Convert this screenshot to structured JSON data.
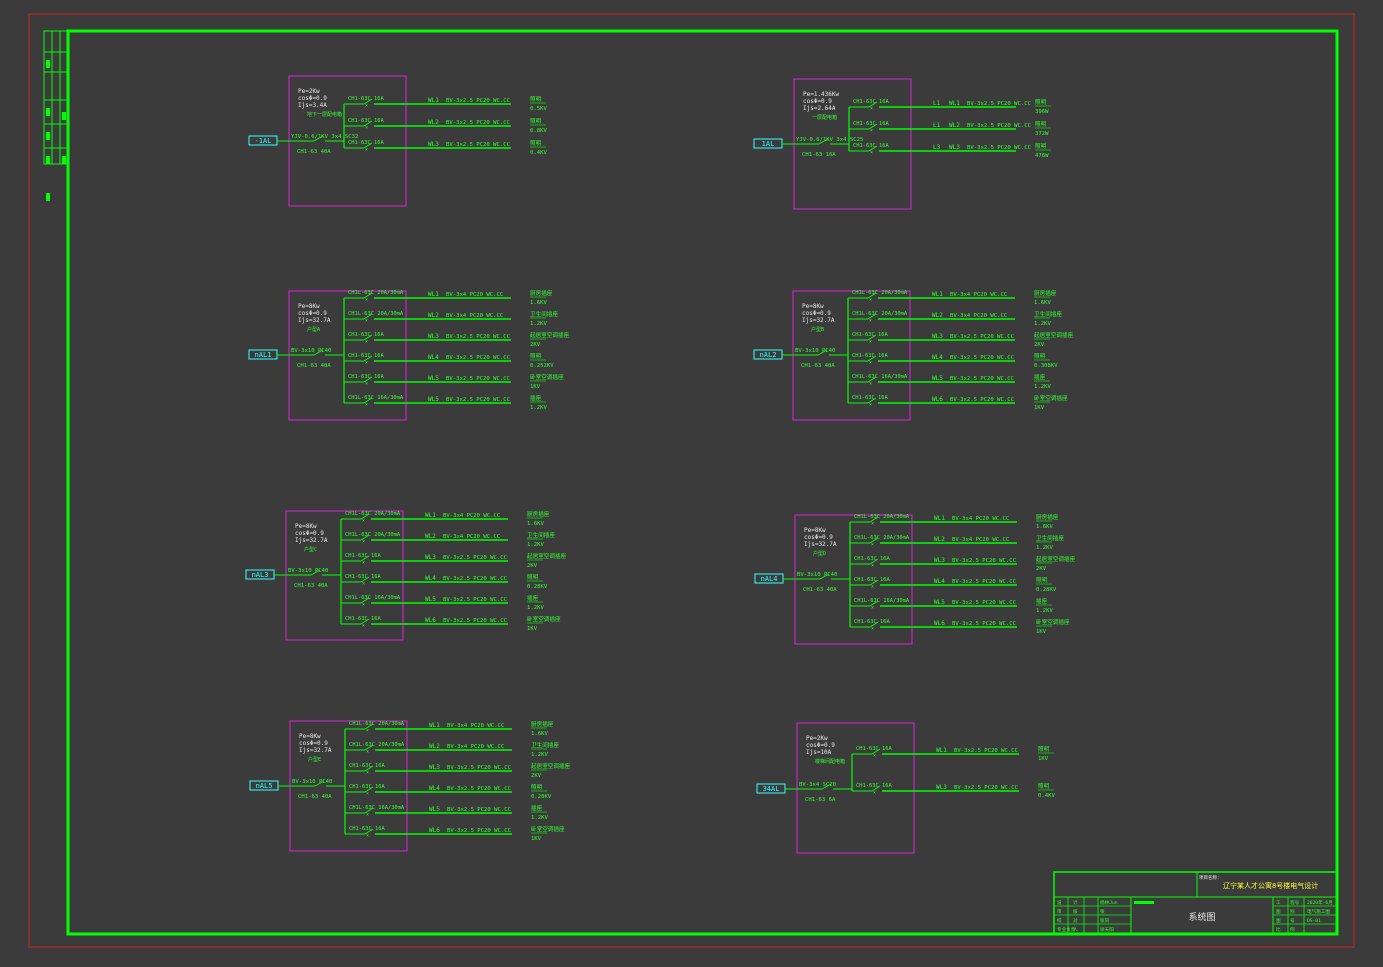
{
  "colors": {
    "background": "#3b3b3b",
    "frame": "#00ff00",
    "outer_border": "#cc2222",
    "box": "#dd22dd",
    "text": "#33ff33",
    "cyan": "#33ffff",
    "white": "#e8e8e8"
  },
  "title_block": {
    "project_prefix": "项目名称：",
    "project": "辽宁某人才公寓8号楼电气设计",
    "drawing_title": "系统图",
    "left_rows": [
      [
        "设",
        "计",
        "杨林Jun"
      ],
      [
        "审",
        "核",
        "张"
      ],
      [
        "校",
        "对",
        "张同",
        ""
      ],
      [
        "专业负责",
        "人",
        "徐天阳"
      ]
    ],
    "right_rows": [
      [
        "工",
        "程号",
        "2020年-6月"
      ],
      [
        "图",
        "别",
        "电气施工图"
      ],
      [
        "图",
        "号",
        "DS-01"
      ],
      [
        "比",
        "例",
        ""
      ]
    ]
  },
  "panels": [
    {
      "id": "-1AL",
      "params": [
        "Pe=2Kw",
        "cosΦ=0.9",
        "Ijs=3.4A"
      ],
      "note": "地下一层配电箱",
      "feeder": "YJV-0.6/1KV 3x4 SC32",
      "main_breaker": "CH1-63 40A",
      "branches": [
        {
          "breaker": "CH1-63C 16A",
          "circuit": "WL1",
          "cable": "BV-3x2.5 PC20 WC.CC",
          "load": "照明",
          "power": "0.5KV"
        },
        {
          "breaker": "CH1-63C 16A",
          "circuit": "WL2",
          "cable": "BV-3x2.5 PC20 WC.CC",
          "load": "照明",
          "power": "0.8KV"
        },
        {
          "breaker": "CH1-63C 16A",
          "circuit": "WL3",
          "cable": "BV-3x2.5 PC20 WC.CC",
          "load": "照明",
          "power": "0.4KV"
        }
      ]
    },
    {
      "id": "1AL",
      "params": [
        "Pe=1.436Kw",
        "cosΦ=0.9",
        "Ijs=2.64A"
      ],
      "note": "一层配电箱",
      "feeder": "YJV-0.6/1KV 3x4 SC25",
      "main_breaker": "CH1-63 16A",
      "branches": [
        {
          "breaker": "CH1-63C 16A",
          "phase": "L1",
          "circuit": "WL1",
          "cable": "BV-3x2.5 PC20 WC.CC",
          "load": "照明",
          "power": "396W"
        },
        {
          "breaker": "CH1-63C 16A",
          "phase": "L1",
          "circuit": "WL2",
          "cable": "BV-3x2.5 PC20 WC.CC",
          "load": "照明",
          "power": "372W"
        },
        {
          "breaker": "CH1-63C 16A",
          "phase": "L3",
          "circuit": "WL3",
          "cable": "BV-3x2.5 PC20 WC.CC",
          "load": "照明",
          "power": "476W"
        }
      ]
    },
    {
      "id": "nAL1",
      "params": [
        "Pe=8Kw",
        "cosΦ=0.9",
        "Ijs=32.7A"
      ],
      "note": "户型A",
      "feeder": "BV-3x10 PC40",
      "main_breaker": "CH1-63 40A",
      "branches": [
        {
          "breaker": "CH1L-63C 20A/30mA",
          "circuit": "WL1",
          "cable": "BV-3x4 PC20 WC.CC",
          "load": "厨房插座",
          "power": "1.6KV"
        },
        {
          "breaker": "CH1L-63C 20A/30mA",
          "circuit": "WL2",
          "cable": "BV-3x4 PC20 WC.CC",
          "load": "卫生间插座",
          "power": "1.2KV"
        },
        {
          "breaker": "CH1-63C 16A",
          "circuit": "WL3",
          "cable": "BV-3x2.5 PC20 WC.CC",
          "load": "起居室空调插座",
          "power": "2KV"
        },
        {
          "breaker": "CH1-63C 16A",
          "circuit": "WL4",
          "cable": "BV-3x2.5 PC20 WC.CC",
          "load": "照明",
          "power": "0.252KV"
        },
        {
          "breaker": "CH1-63C 16A",
          "circuit": "WL5",
          "cable": "BV-3x2.5 PC20 WC.CC",
          "load": "卧室空调插座",
          "power": "1KV"
        },
        {
          "breaker": "CH1L-63C 16A/30mA",
          "circuit": "WL5",
          "cable": "BV-3x2.5 PC20 WC.CC",
          "load": "插座",
          "power": "1.2KV"
        }
      ]
    },
    {
      "id": "nAL2",
      "params": [
        "Pe=8Kw",
        "cosΦ=0.9",
        "Ijs=32.7A"
      ],
      "note": "户型B",
      "feeder": "BV-3x10 PC40",
      "main_breaker": "CH1-63 40A",
      "branches": [
        {
          "breaker": "CH1L-63C 20A/30mA",
          "circuit": "WL1",
          "cable": "BV-3x4 PC20 WC.CC",
          "load": "厨房插座",
          "power": "1.6KV"
        },
        {
          "breaker": "CH1L-63C 20A/30mA",
          "circuit": "WL2",
          "cable": "BV-3x4 PC20 WC.CC",
          "load": "卫生间插座",
          "power": "1.2KV"
        },
        {
          "breaker": "CH1-63C 16A",
          "circuit": "WL3",
          "cable": "BV-3x2.5 PC20 WC.CC",
          "load": "起居室空调插座",
          "power": "2KV"
        },
        {
          "breaker": "CH1-63C 16A",
          "circuit": "WL4",
          "cable": "BV-3x2.5 PC20 WC.CC",
          "load": "照明",
          "power": "0.308KV"
        },
        {
          "breaker": "CH1L-63C 16A/30mA",
          "circuit": "WL5",
          "cable": "BV-3x2.5 PC20 WC.CC",
          "load": "插座",
          "power": "1.2KV"
        },
        {
          "breaker": "CH1-63C 16A",
          "circuit": "WL6",
          "cable": "BV-3x2.5 PC20 WC.CC",
          "load": "卧室空调插座",
          "power": "1KV"
        }
      ]
    },
    {
      "id": "nAL3",
      "params": [
        "Pe=8Kw",
        "cosΦ=0.9",
        "Ijs=32.7A"
      ],
      "note": "户型C",
      "feeder": "BV-3x10 PC40",
      "main_breaker": "CH1-63 40A",
      "branches": [
        {
          "breaker": "CH1L-63C 20A/30mA",
          "circuit": "WL1",
          "cable": "BV-3x4 PC20 WC.CC",
          "load": "厨房插座",
          "power": "1.6KV"
        },
        {
          "breaker": "CH1L-63C 20A/30mA",
          "circuit": "WL2",
          "cable": "BV-3x4 PC20 WC.CC",
          "load": "卫生间插座",
          "power": "1.2KV"
        },
        {
          "breaker": "CH1-63C 16A",
          "circuit": "WL3",
          "cable": "BV-3x2.5 PC20 WC.CC",
          "load": "起居室空调插座",
          "power": "2KV"
        },
        {
          "breaker": "CH1-63C 16A",
          "circuit": "WL4",
          "cable": "BV-3x2.5 PC20 WC.CC",
          "load": "照明",
          "power": "0.28KV"
        },
        {
          "breaker": "CH1L-63C 16A/30mA",
          "circuit": "WL5",
          "cable": "BV-3x2.5 PC20 WC.CC",
          "load": "插座",
          "power": "1.2KV"
        },
        {
          "breaker": "CH1-63C 16A",
          "circuit": "WL6",
          "cable": "BV-3x2.5 PC20 WC.CC",
          "load": "卧室空调插座",
          "power": "1KV"
        }
      ]
    },
    {
      "id": "nAL4",
      "params": [
        "Pe=8Kw",
        "cosΦ=0.9",
        "Ijs=32.7A"
      ],
      "note": "户型D",
      "feeder": "BV-3x10 PC40",
      "main_breaker": "CH1-63 40A",
      "branches": [
        {
          "breaker": "CH1L-63C 20A/30mA",
          "circuit": "WL1",
          "cable": "BV-3x4 PC20 WC.CC",
          "load": "厨房插座",
          "power": "1.6KV"
        },
        {
          "breaker": "CH1L-63C 20A/30mA",
          "circuit": "WL2",
          "cable": "BV-3x4 PC20 WC.CC",
          "load": "卫生间插座",
          "power": "1.2KV"
        },
        {
          "breaker": "CH1-63C 16A",
          "circuit": "WL3",
          "cable": "BV-3x2.5 PC20 WC.CC",
          "load": "起居室空调插座",
          "power": "2KV"
        },
        {
          "breaker": "CH1-63C 16A",
          "circuit": "WL4",
          "cable": "BV-3x2.5 PC20 WC.CC",
          "load": "照明",
          "power": "0.28KV"
        },
        {
          "breaker": "CH1L-63C 16A/30mA",
          "circuit": "WL5",
          "cable": "BV-3x2.5 PC20 WC.CC",
          "load": "插座",
          "power": "1.2KV"
        },
        {
          "breaker": "CH1-63C 16A",
          "circuit": "WL6",
          "cable": "BV-3x2.5 PC20 WC.CC",
          "load": "卧室空调插座",
          "power": "1KV"
        }
      ]
    },
    {
      "id": "nAL5",
      "params": [
        "Pe=8Kw",
        "cosΦ=0.9",
        "Ijs=32.7A"
      ],
      "note": "户型E",
      "feeder": "BV-3x10 PC40",
      "main_breaker": "CH1-63 40A",
      "branches": [
        {
          "breaker": "CH1L-63C 20A/30mA",
          "circuit": "WL1",
          "cable": "BV-3x4 PC20 WC.CC",
          "load": "厨房插座",
          "power": "1.6KV"
        },
        {
          "breaker": "CH1L-63C 20A/30mA",
          "circuit": "WL2",
          "cable": "BV-3x4 PC20 WC.CC",
          "load": "卫生间插座",
          "power": "1.2KV"
        },
        {
          "breaker": "CH1-63C 16A",
          "circuit": "WL3",
          "cable": "BV-3x2.5 PC20 WC.CC",
          "load": "起居室空调插座",
          "power": "2KV"
        },
        {
          "breaker": "CH1-63C 16A",
          "circuit": "WL4",
          "cable": "BV-3x2.5 PC20 WC.CC",
          "load": "照明",
          "power": "0.28KV"
        },
        {
          "breaker": "CH1L-63C 16A/30mA",
          "circuit": "WL5",
          "cable": "BV-3x2.5 PC20 WC.CC",
          "load": "插座",
          "power": "1.2KV"
        },
        {
          "breaker": "CH1-63C 16A",
          "circuit": "WL6",
          "cable": "BV-3x2.5 PC20 WC.CC",
          "load": "卧室空调插座",
          "power": "1KV"
        }
      ]
    },
    {
      "id": "34AL",
      "params": [
        "Pe=2Kw",
        "cosΦ=0.9",
        "Ijs=10A"
      ],
      "note": "楼梯间配电箱",
      "feeder": "BV-3x4 SC20",
      "main_breaker": "CH1-63 6A",
      "branches": [
        {
          "breaker": "CH1-63C 16A",
          "circuit": "WL1",
          "cable": "BV-3x2.5 PC20 WC.CC",
          "load": "照明",
          "power": "1KV"
        },
        {
          "breaker": "CH1-63C 16A",
          "circuit": "WL3",
          "cable": "BV-3x2.5 PC20 WC.CC",
          "load": "照明",
          "power": "0.4KV"
        }
      ]
    }
  ]
}
